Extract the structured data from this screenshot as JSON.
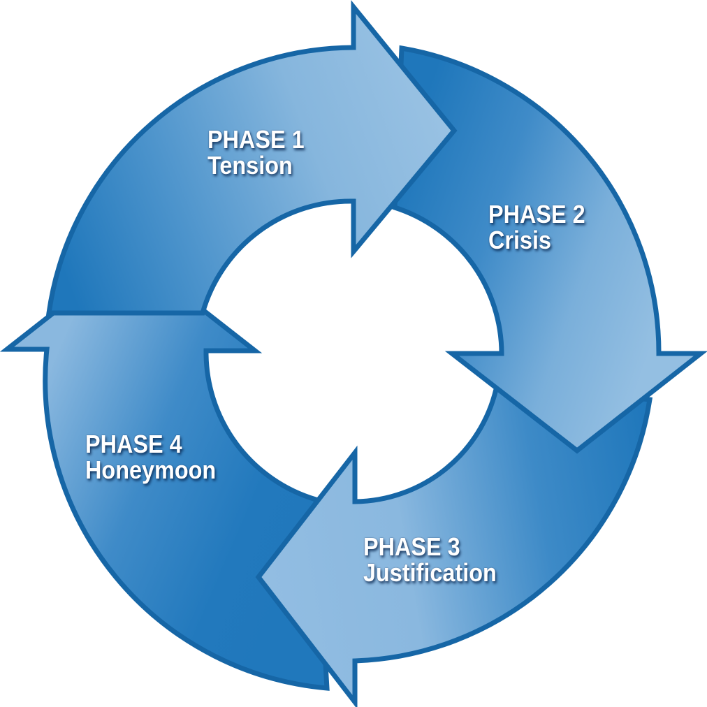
{
  "colors": {
    "outline": "#1666a6",
    "dark_blue": "#2279bd",
    "light_blue": "#8cb9df",
    "label_text": "#ffffff",
    "background": "#ffffff"
  },
  "phases": [
    {
      "number_label": "PHASE 1",
      "name": "Tension"
    },
    {
      "number_label": "PHASE 2",
      "name": "Crisis"
    },
    {
      "number_label": "PHASE 3",
      "name": "Justification"
    },
    {
      "number_label": "PHASE 4",
      "name": "Honeymoon"
    }
  ]
}
